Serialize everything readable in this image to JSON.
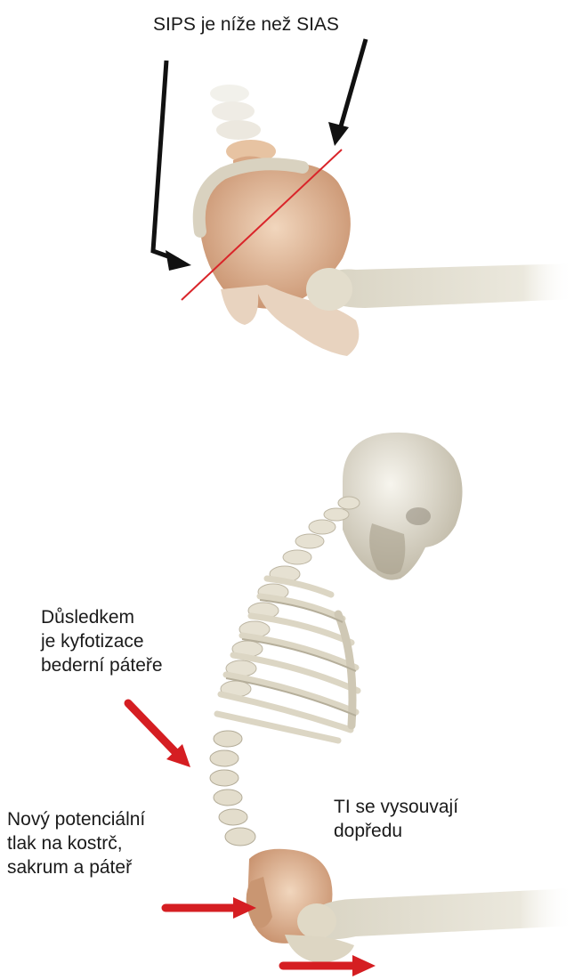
{
  "labels": {
    "pelvis_note": "SIPS je níže než SIAS",
    "kyphosis_note": [
      "Důsledkem",
      "je kyfotizace",
      "bederní páteře"
    ],
    "pressure_note": [
      "Nový potenciální",
      "tlak na kostrč,",
      "sakrum a páteř"
    ],
    "ti_note": [
      "TI se vysouvají",
      "dopředu"
    ]
  },
  "colors": {
    "bone": "#ece7d8",
    "bone_shadow": "#b9b3a1",
    "pelvis": "#e7c3a2",
    "pelvis_shadow": "#c99672",
    "red_arrow": "#d51e22",
    "black_arrow": "#111111",
    "tilt_line": "#d9252a"
  }
}
